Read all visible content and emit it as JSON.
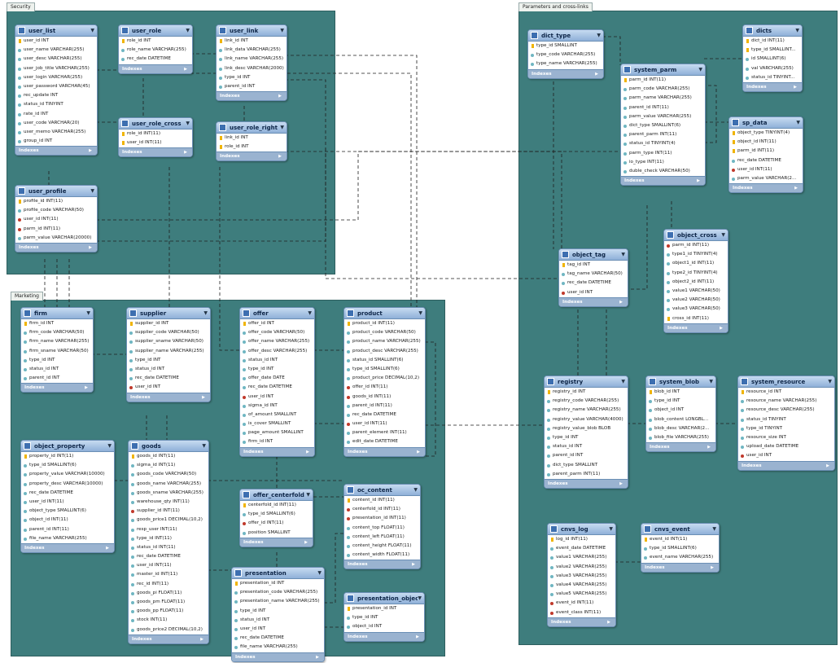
{
  "layers": {
    "security": "Security",
    "parameters": "Parameters and cross-links",
    "marketing": "Marketing"
  },
  "indexes_label": "Indexes",
  "tables": {
    "user_list": {
      "title": "user_list",
      "columns": [
        {
          "n": "user_id INT",
          "k": "pk"
        },
        {
          "n": "user_name VARCHAR(255)"
        },
        {
          "n": "user_desc VARCHAR(255)"
        },
        {
          "n": "user_job_title VARCHAR(255)"
        },
        {
          "n": "user_login VARCHAR(255)"
        },
        {
          "n": "user_password VARCHAR(45)"
        },
        {
          "n": "rec_update INT"
        },
        {
          "n": "status_id TINYINT"
        },
        {
          "n": "rate_id INT"
        },
        {
          "n": "user_code VARCHAR(20)"
        },
        {
          "n": "user_memo VARCHAR(255)"
        },
        {
          "n": "group_id INT"
        }
      ]
    },
    "user_role": {
      "title": "user_role",
      "columns": [
        {
          "n": "role_id INT",
          "k": "pk"
        },
        {
          "n": "role_name VARCHAR(255)"
        },
        {
          "n": "rec_date DATETIME"
        }
      ]
    },
    "user_link": {
      "title": "user_link",
      "columns": [
        {
          "n": "link_id INT",
          "k": "pk"
        },
        {
          "n": "link_data VARCHAR(255)"
        },
        {
          "n": "link_name VARCHAR(255)"
        },
        {
          "n": "link_desc VARCHAR(2000)"
        },
        {
          "n": "type_id INT"
        },
        {
          "n": "parent_id INT"
        }
      ]
    },
    "user_role_cross": {
      "title": "user_role_cross",
      "columns": [
        {
          "n": "role_id INT(11)",
          "k": "pk"
        },
        {
          "n": "user_id INT(11)",
          "k": "pk"
        }
      ]
    },
    "user_role_right": {
      "title": "user_role_right",
      "columns": [
        {
          "n": "link_id INT",
          "k": "pk"
        },
        {
          "n": "role_id INT",
          "k": "pk"
        }
      ]
    },
    "user_profile": {
      "title": "user_profile",
      "columns": [
        {
          "n": "profile_id INT(11)",
          "k": "pk"
        },
        {
          "n": "profile_code VARCHAR(50)"
        },
        {
          "n": "user_id INT(11)",
          "k": "fk"
        },
        {
          "n": "parm_id INT(11)",
          "k": "fk"
        },
        {
          "n": "parm_value VARCHAR(20000)"
        }
      ]
    },
    "dict_type": {
      "title": "dict_type",
      "columns": [
        {
          "n": "type_id SMALLINT",
          "k": "pk"
        },
        {
          "n": "type_code VARCHAR(255)"
        },
        {
          "n": "type_name VARCHAR(255)"
        }
      ]
    },
    "dicts": {
      "title": "dicts",
      "columns": [
        {
          "n": "dict_id INT(11)",
          "k": "pk"
        },
        {
          "n": "type_id SMALLINT...",
          "k": "pk"
        },
        {
          "n": "id SMALLINT(6)"
        },
        {
          "n": "val VARCHAR(255)"
        },
        {
          "n": "status_id TINYINT..."
        }
      ]
    },
    "system_parm": {
      "title": "system_parm",
      "columns": [
        {
          "n": "parm_id INT(11)",
          "k": "pk"
        },
        {
          "n": "parm_code VARCHAR(255)"
        },
        {
          "n": "parm_name VARCHAR(255)"
        },
        {
          "n": "parent_id INT(11)"
        },
        {
          "n": "parm_value VARCHAR(255)"
        },
        {
          "n": "dict_type SMALLINT(6)"
        },
        {
          "n": "parent_parm INT(11)"
        },
        {
          "n": "status_id TINYINT(4)"
        },
        {
          "n": "parm_type INT(11)"
        },
        {
          "n": "io_type INT(11)"
        },
        {
          "n": "duble_check VARCHAR(50)"
        }
      ]
    },
    "sp_data": {
      "title": "sp_data",
      "columns": [
        {
          "n": "object_type TINYINT(4)",
          "k": "pk"
        },
        {
          "n": "object_id INT(11)",
          "k": "pk"
        },
        {
          "n": "parm_id INT(11)",
          "k": "pk"
        },
        {
          "n": "rec_date DATETIME"
        },
        {
          "n": "user_id INT(11)",
          "k": "fk"
        },
        {
          "n": "parm_value VARCHAR(2..."
        }
      ]
    },
    "object_tag": {
      "title": "object_tag",
      "columns": [
        {
          "n": "tag_id INT",
          "k": "pk"
        },
        {
          "n": "tag_name VARCHAR(50)"
        },
        {
          "n": "rec_date DATETIME"
        },
        {
          "n": "user_id INT",
          "k": "fk"
        }
      ]
    },
    "object_cross": {
      "title": "object_cross",
      "columns": [
        {
          "n": "parm_id INT(11)",
          "k": "fk"
        },
        {
          "n": "type1_id TINYINT(4)"
        },
        {
          "n": "object1_id INT(11)"
        },
        {
          "n": "type2_id TINYINT(4)"
        },
        {
          "n": "object2_id INT(11)"
        },
        {
          "n": "value1 VARCHAR(50)"
        },
        {
          "n": "value2 VARCHAR(50)"
        },
        {
          "n": "value3 VARCHAR(50)"
        },
        {
          "n": "cross_id INT(11)",
          "k": "pk"
        }
      ]
    },
    "registry": {
      "title": "registry",
      "columns": [
        {
          "n": "registry_id INT",
          "k": "pk"
        },
        {
          "n": "registry_code VARCHAR(255)"
        },
        {
          "n": "registry_name VARCHAR(255)"
        },
        {
          "n": "registry_value VARCHAR(4000)"
        },
        {
          "n": "registry_value_blob BLOB"
        },
        {
          "n": "type_id INT"
        },
        {
          "n": "status_id INT"
        },
        {
          "n": "parent_id INT"
        },
        {
          "n": "dict_type SMALLINT"
        },
        {
          "n": "parent_parm INT(11)"
        }
      ]
    },
    "system_blob": {
      "title": "system_blob",
      "columns": [
        {
          "n": "blob_id INT",
          "k": "pk"
        },
        {
          "n": "type_id INT"
        },
        {
          "n": "object_id INT"
        },
        {
          "n": "blob_content LONGBL..."
        },
        {
          "n": "blob_desc VARCHAR(2..."
        },
        {
          "n": "blob_file VARCHAR(255)"
        }
      ]
    },
    "system_resource": {
      "title": "system_resource",
      "columns": [
        {
          "n": "resource_id INT",
          "k": "pk"
        },
        {
          "n": "resource_name VARCHAR(255)"
        },
        {
          "n": "resource_desc VARCHAR(255)"
        },
        {
          "n": "status_id TINYINT"
        },
        {
          "n": "type_id TINYINT"
        },
        {
          "n": "resource_size INT"
        },
        {
          "n": "upload_date DATETIME"
        },
        {
          "n": "user_id INT",
          "k": "fk"
        }
      ]
    },
    "cnvs_log": {
      "title": "cnvs_log",
      "columns": [
        {
          "n": "log_id INT(11)",
          "k": "pk"
        },
        {
          "n": "event_date DATETIME"
        },
        {
          "n": "value1 VARCHAR(255)"
        },
        {
          "n": "value2 VARCHAR(255)"
        },
        {
          "n": "value3 VARCHAR(255)"
        },
        {
          "n": "value4 VARCHAR(255)"
        },
        {
          "n": "value5 VARCHAR(255)"
        },
        {
          "n": "event_id INT(11)",
          "k": "fk"
        },
        {
          "n": "event_class INT(11)",
          "k": "fk"
        }
      ]
    },
    "cnvs_event": {
      "title": "cnvs_event",
      "columns": [
        {
          "n": "event_id INT(11)",
          "k": "pk"
        },
        {
          "n": "type_id SMALLINT(6)"
        },
        {
          "n": "event_name VARCHAR(255)"
        }
      ]
    },
    "firm": {
      "title": "firm",
      "columns": [
        {
          "n": "firm_id INT",
          "k": "pk"
        },
        {
          "n": "firm_code VARCHAR(50)"
        },
        {
          "n": "firm_name VARCHAR(255)"
        },
        {
          "n": "firm_sname VARCHAR(50)"
        },
        {
          "n": "type_id INT"
        },
        {
          "n": "status_id INT"
        },
        {
          "n": "parent_id INT"
        }
      ]
    },
    "supplier": {
      "title": "supplier",
      "columns": [
        {
          "n": "supplier_id INT",
          "k": "pk"
        },
        {
          "n": "supplier_code VARCHAR(50)"
        },
        {
          "n": "supplier_sname VARCHAR(50)"
        },
        {
          "n": "supplier_name VARCHAR(255)"
        },
        {
          "n": "type_id INT"
        },
        {
          "n": "status_id INT"
        },
        {
          "n": "rec_date DATETIME"
        },
        {
          "n": "user_id INT",
          "k": "fk"
        }
      ]
    },
    "offer": {
      "title": "offer",
      "columns": [
        {
          "n": "offer_id INT",
          "k": "pk"
        },
        {
          "n": "offer_code VARCHAR(50)"
        },
        {
          "n": "offer_name VARCHAR(255)"
        },
        {
          "n": "offer_desc VARCHAR(255)"
        },
        {
          "n": "status_id INT"
        },
        {
          "n": "type_id INT"
        },
        {
          "n": "offer_date DATE"
        },
        {
          "n": "rec_date DATETIME"
        },
        {
          "n": "user_id INT",
          "k": "fk"
        },
        {
          "n": "sigma_id INT"
        },
        {
          "n": "of_amount SMALLINT"
        },
        {
          "n": "is_cover SMALLINT"
        },
        {
          "n": "page_amount SMALLINT"
        },
        {
          "n": "firm_id INT"
        }
      ]
    },
    "product": {
      "title": "product",
      "columns": [
        {
          "n": "product_id INT(11)",
          "k": "pk"
        },
        {
          "n": "product_code VARCHAR(50)"
        },
        {
          "n": "product_name VARCHAR(255)"
        },
        {
          "n": "product_desc VARCHAR(255)"
        },
        {
          "n": "status_id SMALLINT(6)"
        },
        {
          "n": "type_id SMALLINT(6)"
        },
        {
          "n": "product_price DECIMAL(10,2)"
        },
        {
          "n": "offer_id INT(11)",
          "k": "fk"
        },
        {
          "n": "goods_id INT(11)",
          "k": "fk"
        },
        {
          "n": "parent_id INT(11)"
        },
        {
          "n": "rec_date DATETIME"
        },
        {
          "n": "user_id INT(11)",
          "k": "fk"
        },
        {
          "n": "parent_element INT(11)"
        },
        {
          "n": "edit_date DATETIME"
        }
      ]
    },
    "object_property": {
      "title": "object_property",
      "columns": [
        {
          "n": "property_id INT(11)",
          "k": "pk"
        },
        {
          "n": "type_id SMALLINT(6)"
        },
        {
          "n": "property_value VARCHAR(10000)"
        },
        {
          "n": "property_desc VARCHAR(10000)"
        },
        {
          "n": "rec_date DATETIME"
        },
        {
          "n": "user_id INT(11)"
        },
        {
          "n": "object_type SMALLINT(6)"
        },
        {
          "n": "object_id INT(11)"
        },
        {
          "n": "parent_id INT(11)"
        },
        {
          "n": "file_name VARCHAR(255)"
        }
      ]
    },
    "goods": {
      "title": "goods",
      "columns": [
        {
          "n": "goods_id INT(11)",
          "k": "pk"
        },
        {
          "n": "sigma_id INT(11)"
        },
        {
          "n": "goods_code VARCHAR(50)"
        },
        {
          "n": "goods_name VARCHAR(255)"
        },
        {
          "n": "goods_sname VARCHAR(255)"
        },
        {
          "n": "warehouse_qty INT(11)"
        },
        {
          "n": "supplier_id INT(11)",
          "k": "fk"
        },
        {
          "n": "goods_price1 DECIMAL(10,2)"
        },
        {
          "n": "resp_user INT(11)"
        },
        {
          "n": "type_id INT(11)"
        },
        {
          "n": "status_id INT(11)"
        },
        {
          "n": "rec_date DATETIME"
        },
        {
          "n": "user_id INT(11)"
        },
        {
          "n": "master_id INT(11)"
        },
        {
          "n": "rec_id INT(11)"
        },
        {
          "n": "goods_pi FLOAT(11)"
        },
        {
          "n": "goods_pm FLOAT(11)"
        },
        {
          "n": "goods_pp FLOAT(11)"
        },
        {
          "n": "stock INT(11)"
        },
        {
          "n": "goods_price2 DECIMAL(10,2)"
        }
      ]
    },
    "offer_centerfold": {
      "title": "offer_centerfold",
      "columns": [
        {
          "n": "centerfold_id INT(11)",
          "k": "pk"
        },
        {
          "n": "type_id SMALLINT(6)"
        },
        {
          "n": "offer_id INT(11)",
          "k": "fk"
        },
        {
          "n": "position SMALLINT"
        }
      ]
    },
    "oc_content": {
      "title": "oc_content",
      "columns": [
        {
          "n": "content_id INT(11)",
          "k": "pk"
        },
        {
          "n": "centerfold_id INT(11)",
          "k": "fk"
        },
        {
          "n": "presentation_id INT(11)",
          "k": "fk"
        },
        {
          "n": "content_top FLOAT(11)"
        },
        {
          "n": "content_left FLOAT(11)"
        },
        {
          "n": "content_height FLOAT(11)"
        },
        {
          "n": "content_width FLOAT(11)"
        }
      ]
    },
    "presentation": {
      "title": "presentation",
      "columns": [
        {
          "n": "presentation_id INT",
          "k": "pk"
        },
        {
          "n": "presentation_code VARCHAR(255)"
        },
        {
          "n": "presentation_name VARCHAR(255)"
        },
        {
          "n": "type_id INT"
        },
        {
          "n": "status_id INT"
        },
        {
          "n": "user_id INT"
        },
        {
          "n": "rec_date DATETIME"
        },
        {
          "n": "file_name VARCHAR(255)"
        }
      ]
    },
    "presentation_object": {
      "title": "presentation_object",
      "columns": [
        {
          "n": "presentation_id INT",
          "k": "pk"
        },
        {
          "n": "type_id INT"
        },
        {
          "n": "object_id INT"
        }
      ]
    }
  }
}
